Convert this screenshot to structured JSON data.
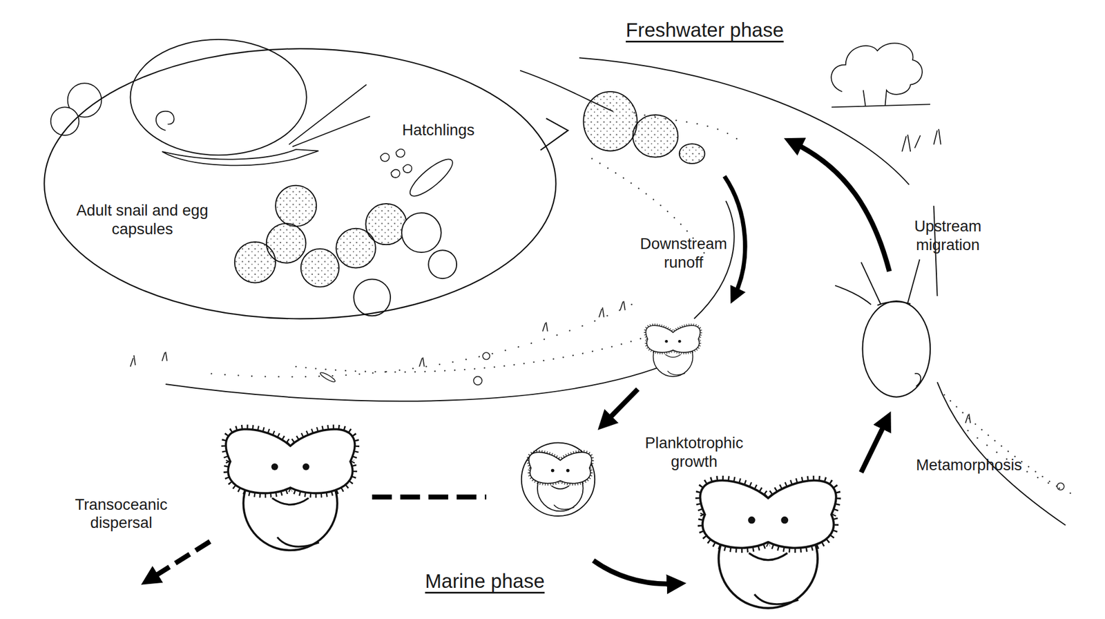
{
  "diagram": {
    "nodes": [
      {
        "text": [
          "Hatchlings",
          "Adult snail and egg capsules"
        ]
      }
    ],
    "labels": [
      "Freshwater phase",
      "Downstream runoff",
      "Upstream migration",
      "Planktotrophic growth",
      "Metamorphosis",
      "Transoceanic dispersal",
      "Marine phase"
    ]
  }
}
